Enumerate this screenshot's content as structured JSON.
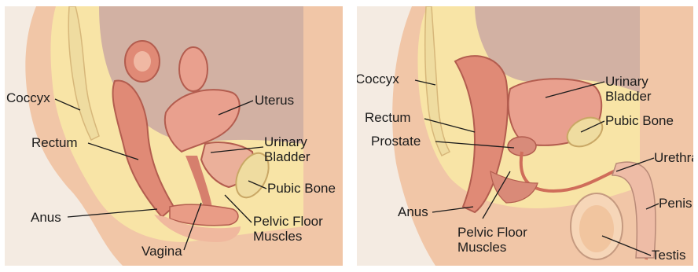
{
  "female": {
    "labels": {
      "coccyx": "Coccyx",
      "uterus": "Uterus",
      "rectum": "Rectum",
      "urinary_bladder": "Urinary\nBladder",
      "pubic_bone": "Pubic Bone",
      "anus": "Anus",
      "pelvic_floor_muscles": "Pelvic Floor\nMuscles",
      "vagina": "Vagina"
    }
  },
  "male": {
    "labels": {
      "coccyx": "Coccyx",
      "urinary_bladder": "Urinary\nBladder",
      "rectum": "Rectum",
      "pubic_bone": "Pubic Bone",
      "prostate": "Prostate",
      "urethra": "Urethra",
      "anus": "Anus",
      "penis": "Penis",
      "pelvic_floor_muscles": "Pelvic Floor\nMuscles",
      "testis": "Testis"
    }
  },
  "colors": {
    "panel_bg": "#f4ebe2",
    "skin": "#f1c6a7",
    "fat": "#f8e4a6",
    "muscle": "#e08a76",
    "organ": "#e9a08e",
    "bone": "#efdca0",
    "cavity": "#d2b1a3",
    "line": "#1b1b1b"
  }
}
